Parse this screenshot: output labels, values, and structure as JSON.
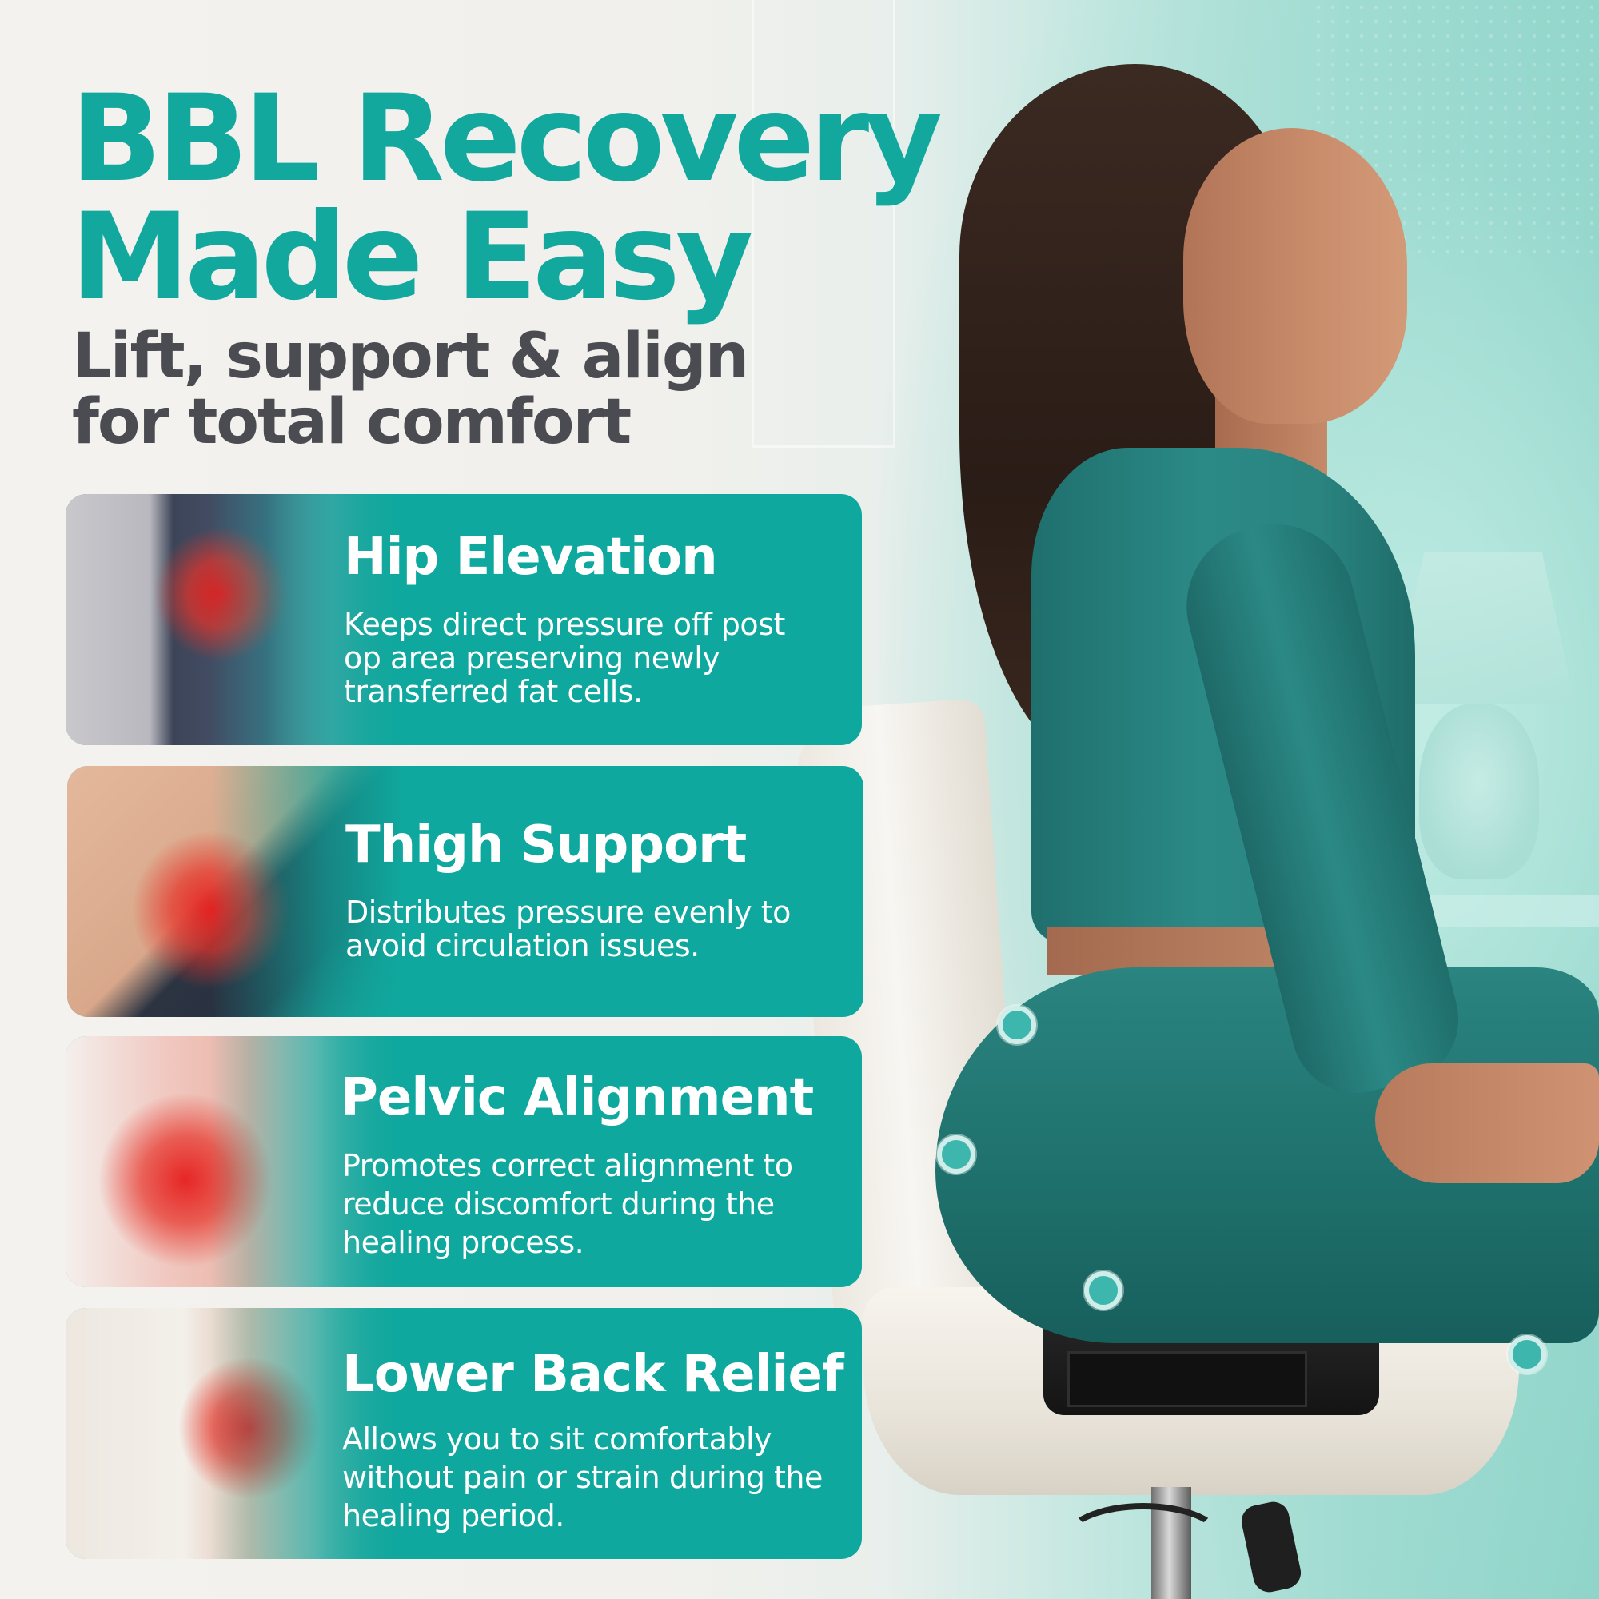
{
  "headline": {
    "line1": "BBL Recovery",
    "line2": "Made Easy"
  },
  "subheadline": {
    "line1": "Lift, support & align",
    "line2": "for total comfort"
  },
  "colors": {
    "brand_teal": "#12a89e",
    "card_teal": "#0fa89e",
    "subhead_gray": "#4b4b52",
    "marker_teal": "#3db7ae",
    "pain_red": "#e61e1e"
  },
  "features": [
    {
      "title": "Hip Elevation",
      "description": [
        "Keeps direct pressure off post",
        "op area preserving newly",
        "transferred fat cells."
      ]
    },
    {
      "title": "Thigh Support",
      "description": [
        "Distributes pressure evenly to",
        "avoid circulation issues."
      ]
    },
    {
      "title": "Pelvic Alignment",
      "description": [
        "Promotes correct alignment to",
        "reduce discomfort during the",
        "healing process."
      ]
    },
    {
      "title": "Lower Back Relief",
      "description": [
        "Allows you to sit comfortably",
        "without pain or strain during the",
        "healing period."
      ]
    }
  ],
  "hero_image": {
    "subject": "woman seated on black wedge cushion on white office chair",
    "outfit_color": "#2b8a86",
    "cushion_color": "#1a1a1a",
    "support_markers": 4
  }
}
